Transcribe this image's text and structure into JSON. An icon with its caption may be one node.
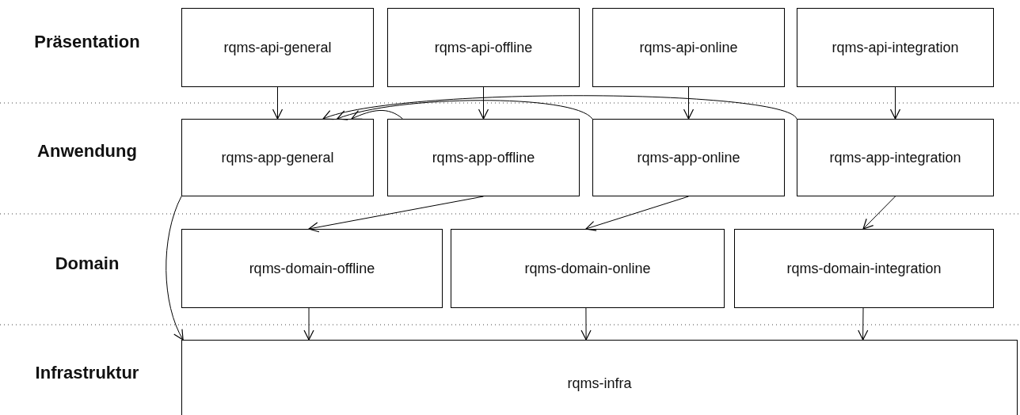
{
  "diagram": {
    "nodes": [
      {
        "text": [
          "rqms-api-general"
        ]
      },
      {
        "text": [
          "rqms-api-offline"
        ]
      },
      {
        "text": [
          "rqms-api-online"
        ]
      },
      {
        "text": [
          "rqms-api-integration"
        ]
      },
      {
        "text": [
          "rqms-app-general"
        ]
      },
      {
        "text": [
          "rqms-app-offline"
        ]
      },
      {
        "text": [
          "rqms-app-online"
        ]
      },
      {
        "text": [
          "rqms-app-integration"
        ]
      },
      {
        "text": [
          "rqms-domain-offline"
        ]
      },
      {
        "text": [
          "rqms-domain-online"
        ]
      },
      {
        "text": [
          "rqms-domain-integration"
        ]
      },
      {
        "text": [
          "rqms-infra"
        ]
      }
    ],
    "edges": [
      {
        "from": 0,
        "to": 4,
        "arrow": "to"
      },
      {
        "from": 1,
        "to": 5,
        "arrow": "to"
      },
      {
        "from": 2,
        "to": 6,
        "arrow": "to"
      },
      {
        "from": 3,
        "to": 7,
        "arrow": "to"
      },
      {
        "from": 5,
        "to": 4,
        "arrow": "to"
      },
      {
        "from": 6,
        "to": 4,
        "arrow": "to"
      },
      {
        "from": 7,
        "to": 4,
        "arrow": "to"
      },
      {
        "from": 5,
        "to": 8,
        "arrow": "to"
      },
      {
        "from": 6,
        "to": 9,
        "arrow": "to"
      },
      {
        "from": 7,
        "to": 10,
        "arrow": "to"
      },
      {
        "from": 4,
        "to": 11,
        "arrow": "to"
      },
      {
        "from": 8,
        "to": 11,
        "arrow": "to"
      },
      {
        "from": 9,
        "to": 11,
        "arrow": "to"
      },
      {
        "from": 10,
        "to": 11,
        "arrow": "to"
      }
    ],
    "labels": [
      "Präsentation",
      "Anwendung",
      "Domain",
      "Infrastruktur"
    ]
  }
}
